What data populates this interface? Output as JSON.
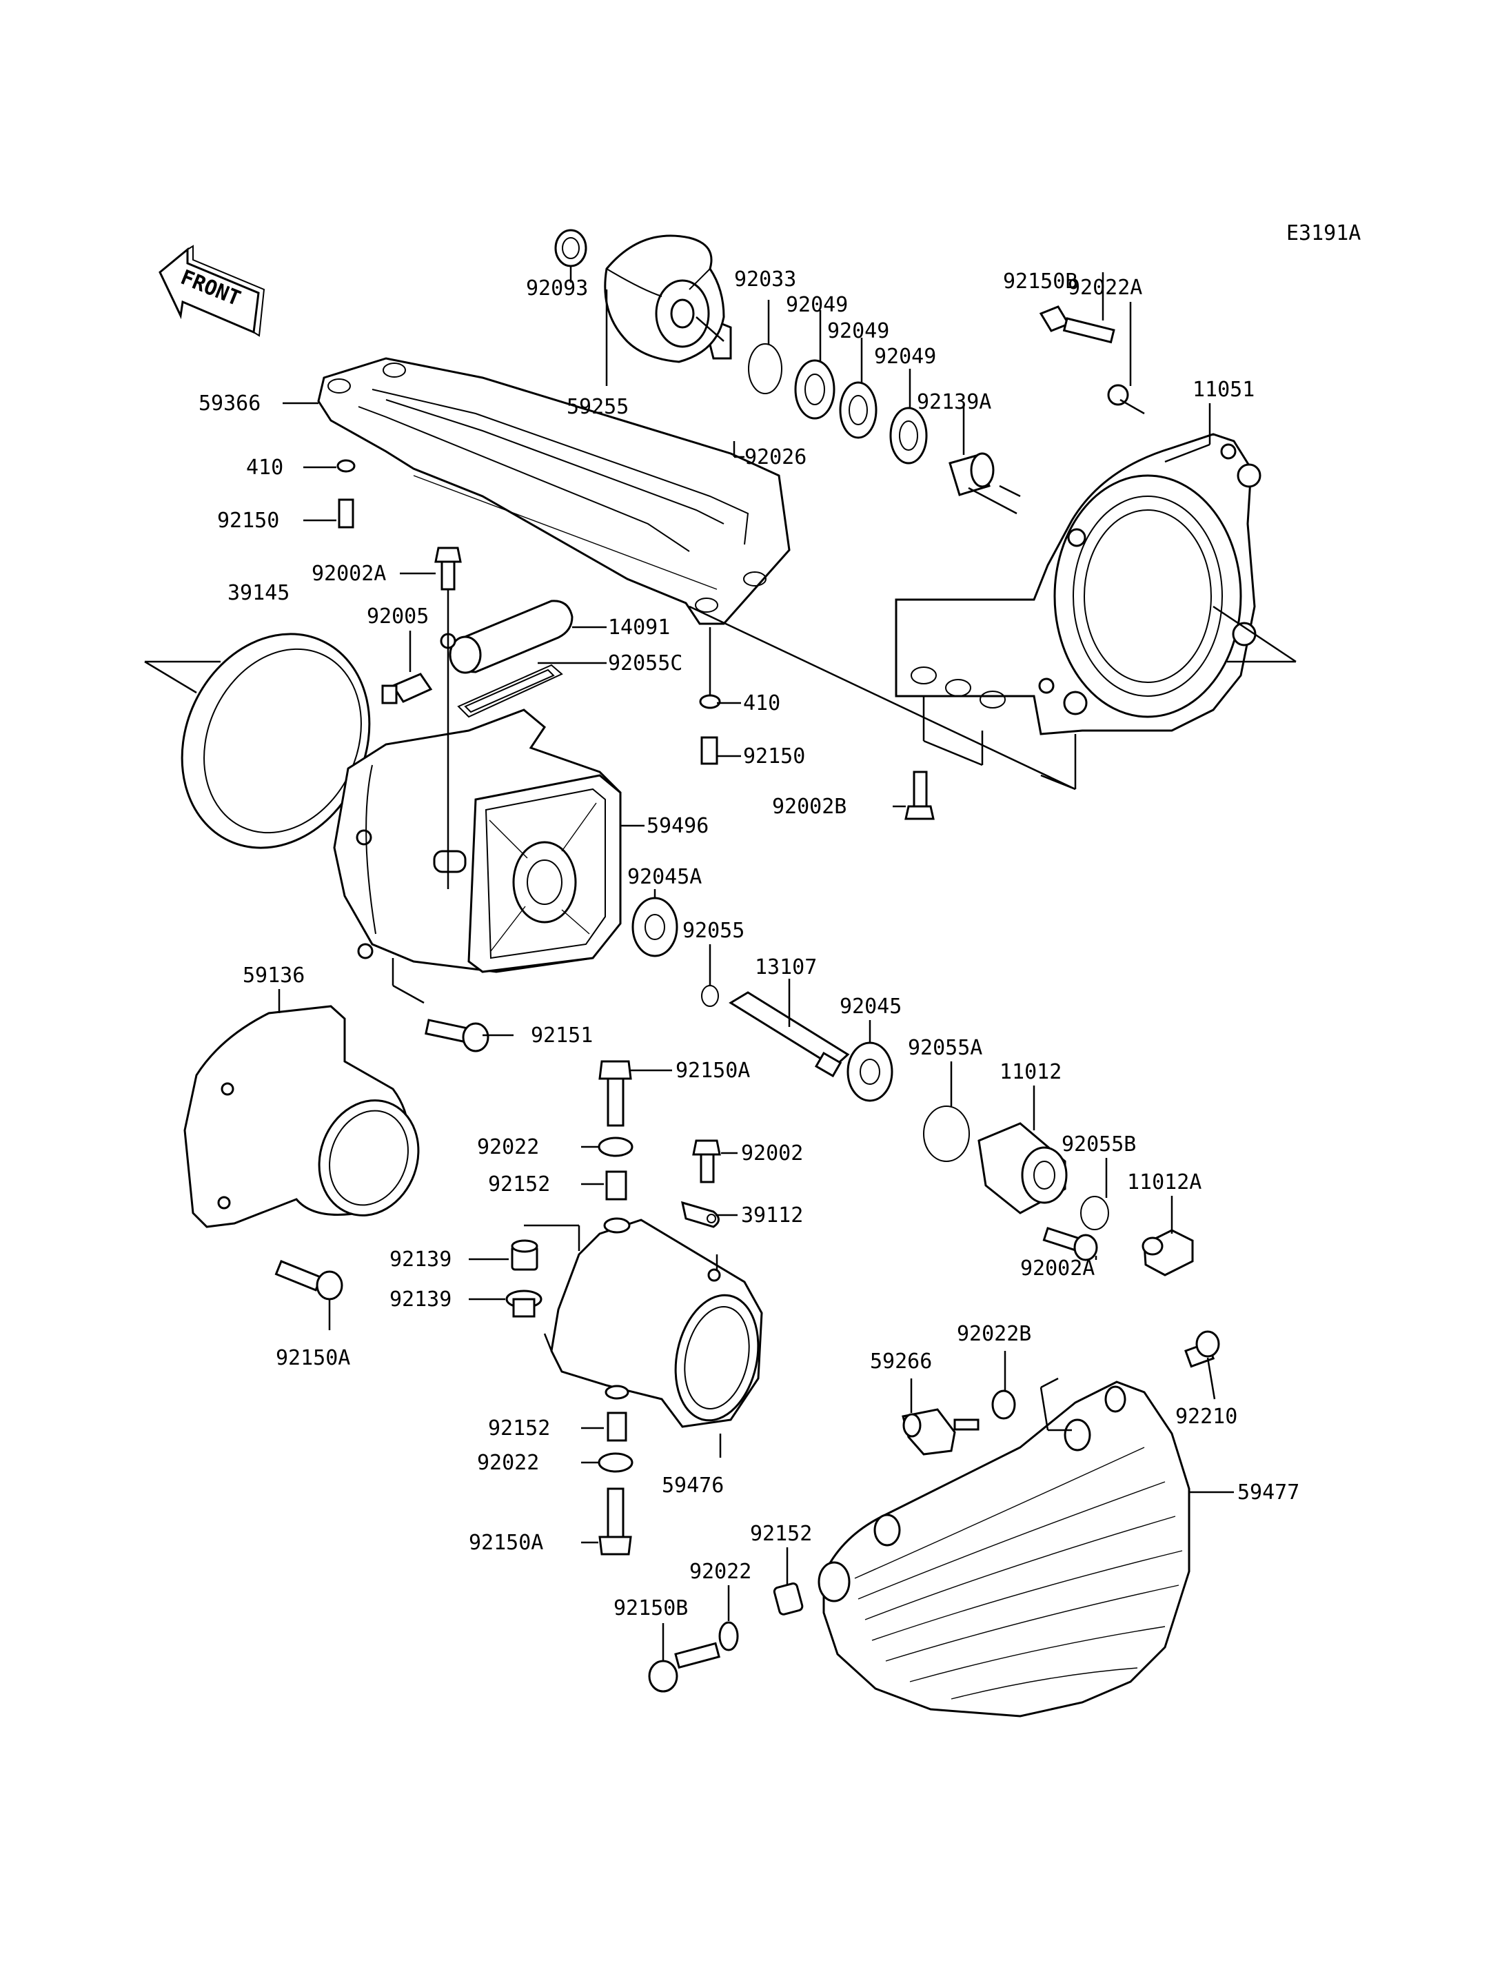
{
  "diagram_code": "E3191A",
  "front_label": "FRONT",
  "labels": [
    {
      "id": "92093",
      "text": "92093"
    },
    {
      "id": "92033",
      "text": "92033"
    },
    {
      "id": "92049a",
      "text": "92049"
    },
    {
      "id": "92049b",
      "text": "92049"
    },
    {
      "id": "92049c",
      "text": "92049"
    },
    {
      "id": "59255",
      "text": "59255"
    },
    {
      "id": "92139A",
      "text": "92139A"
    },
    {
      "id": "92150B_top",
      "text": "92150B"
    },
    {
      "id": "92022A",
      "text": "92022A"
    },
    {
      "id": "11051",
      "text": "11051"
    },
    {
      "id": "59366",
      "text": "59366"
    },
    {
      "id": "92026",
      "text": "92026"
    },
    {
      "id": "410_top",
      "text": "410"
    },
    {
      "id": "92150_top",
      "text": "92150"
    },
    {
      "id": "92002A_top",
      "text": "92002A"
    },
    {
      "id": "39145",
      "text": "39145"
    },
    {
      "id": "92005",
      "text": "92005"
    },
    {
      "id": "14091",
      "text": "14091"
    },
    {
      "id": "92055C",
      "text": "92055C"
    },
    {
      "id": "410_mid",
      "text": "410"
    },
    {
      "id": "92150_mid",
      "text": "92150"
    },
    {
      "id": "92002B",
      "text": "92002B"
    },
    {
      "id": "59496",
      "text": "59496"
    },
    {
      "id": "92045A",
      "text": "92045A"
    },
    {
      "id": "92055",
      "text": "92055"
    },
    {
      "id": "13107",
      "text": "13107"
    },
    {
      "id": "92045",
      "text": "92045"
    },
    {
      "id": "59136",
      "text": "59136"
    },
    {
      "id": "92151",
      "text": "92151"
    },
    {
      "id": "92055A",
      "text": "92055A"
    },
    {
      "id": "11012",
      "text": "11012"
    },
    {
      "id": "92150A_top",
      "text": "92150A"
    },
    {
      "id": "92055B",
      "text": "92055B"
    },
    {
      "id": "11012A",
      "text": "11012A"
    },
    {
      "id": "92022_top",
      "text": "92022"
    },
    {
      "id": "92002",
      "text": "92002"
    },
    {
      "id": "92152_top",
      "text": "92152"
    },
    {
      "id": "39112",
      "text": "39112"
    },
    {
      "id": "92139a",
      "text": "92139"
    },
    {
      "id": "92139b",
      "text": "92139"
    },
    {
      "id": "92002A_bot",
      "text": "92002A"
    },
    {
      "id": "92150A_left",
      "text": "92150A"
    },
    {
      "id": "92022B",
      "text": "92022B"
    },
    {
      "id": "59266",
      "text": "59266"
    },
    {
      "id": "92210",
      "text": "92210"
    },
    {
      "id": "92152_mid",
      "text": "92152"
    },
    {
      "id": "92022_mid",
      "text": "92022"
    },
    {
      "id": "59476",
      "text": "59476"
    },
    {
      "id": "59477",
      "text": "59477"
    },
    {
      "id": "92150A_bot",
      "text": "92150A"
    },
    {
      "id": "92152_bot",
      "text": "92152"
    },
    {
      "id": "92022_bot",
      "text": "92022"
    },
    {
      "id": "92150B_bot",
      "text": "92150B"
    }
  ]
}
